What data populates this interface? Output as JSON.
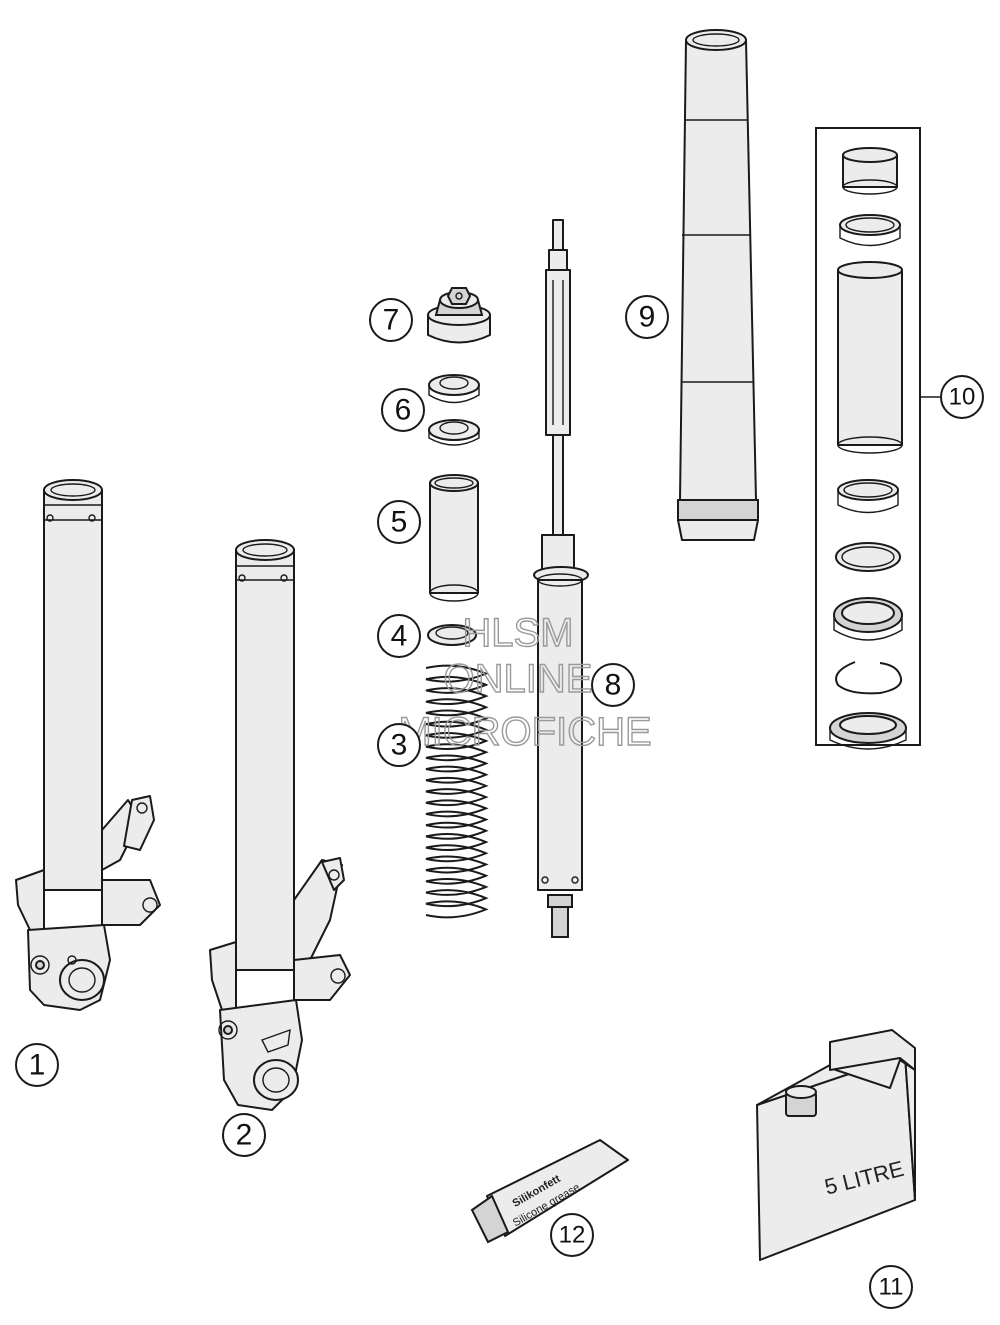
{
  "callouts": [
    {
      "id": "1",
      "label": "1"
    },
    {
      "id": "2",
      "label": "2"
    },
    {
      "id": "3",
      "label": "3"
    },
    {
      "id": "4",
      "label": "4"
    },
    {
      "id": "5",
      "label": "5"
    },
    {
      "id": "6",
      "label": "6"
    },
    {
      "id": "7",
      "label": "7"
    },
    {
      "id": "8",
      "label": "8"
    },
    {
      "id": "9",
      "label": "9"
    },
    {
      "id": "10",
      "label": "10"
    },
    {
      "id": "11",
      "label": "11"
    },
    {
      "id": "12",
      "label": "12"
    }
  ],
  "watermark": {
    "line1": "HLSM",
    "line2": "ONLINE",
    "line3": "MICROFICHE"
  },
  "grease_tube": {
    "line1": "Silikonfett",
    "line2": "Silicone grease"
  },
  "oil_can": {
    "label": "5 LITRE"
  }
}
